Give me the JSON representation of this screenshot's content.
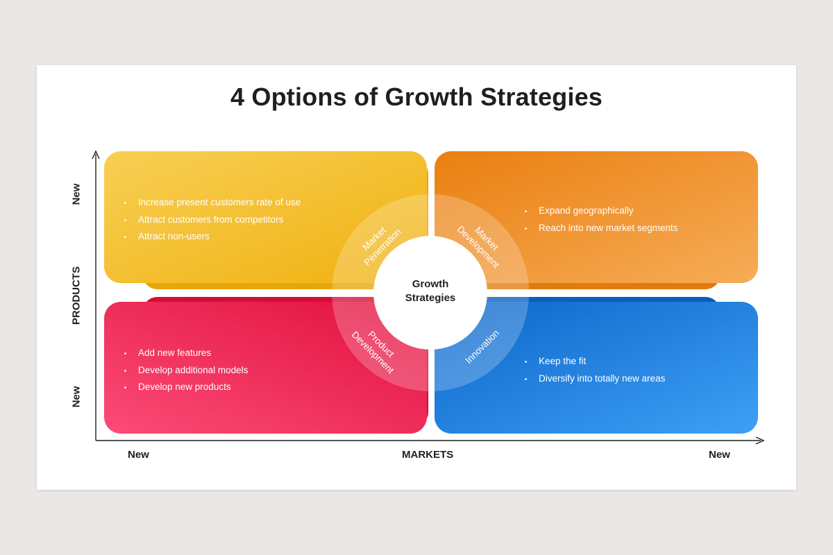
{
  "title": "4 Options of Growth Strategies",
  "center": {
    "line1": "Growth",
    "line2": "Strategies"
  },
  "axes": {
    "y_label": "PRODUCTS",
    "y_top": "New",
    "y_bottom": "New",
    "x_label": "MARKETS",
    "x_left": "New",
    "x_right": "New"
  },
  "quadrants": [
    {
      "id": "market-penetration",
      "ring_line1": "Market",
      "ring_line2": "Penetration",
      "color": "#f2b91b",
      "bullets": [
        "Increase present customers rate of use",
        "Attract customers from competitors",
        "Attract non-users"
      ]
    },
    {
      "id": "market-development",
      "ring_line1": "Market",
      "ring_line2": "Development",
      "color": "#ee8a1f",
      "bullets": [
        "Expand geographically",
        "Reach into new market segments"
      ]
    },
    {
      "id": "product-development",
      "ring_line1": "Product",
      "ring_line2": "Development",
      "color": "#e81e4c",
      "bullets": [
        "Add new features",
        "Develop additional models",
        "Develop new products"
      ]
    },
    {
      "id": "innovation",
      "ring_line1": "Innovation",
      "ring_line2": "",
      "color": "#1a7fe0",
      "bullets": [
        "Keep the fit",
        "Diversify into totally new areas"
      ]
    }
  ]
}
